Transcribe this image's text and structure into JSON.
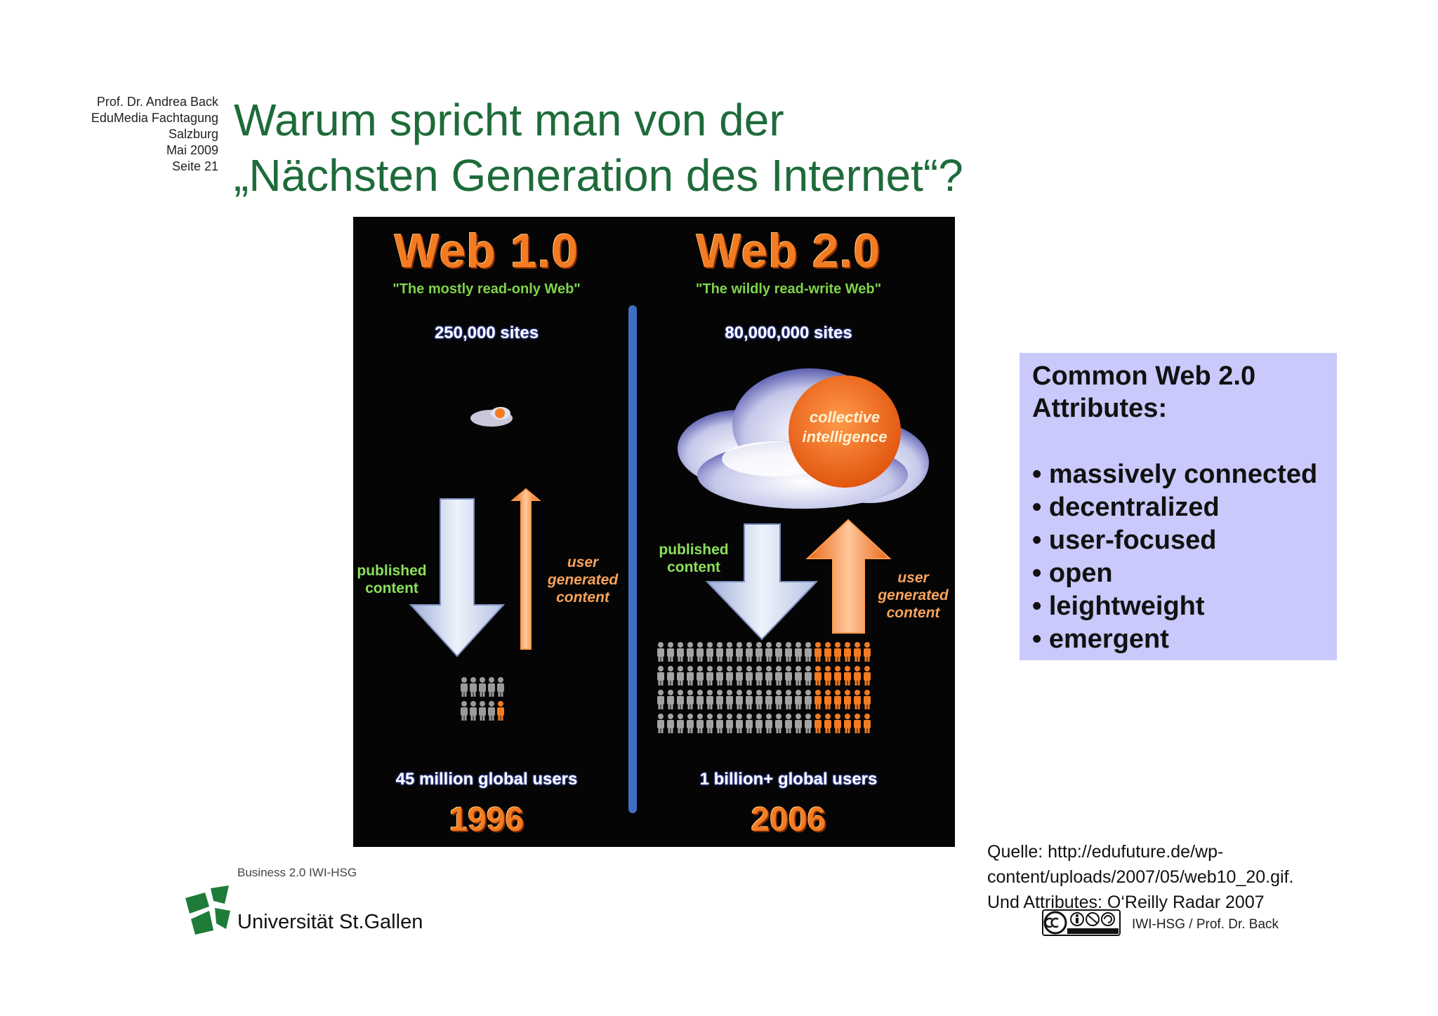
{
  "meta": {
    "lines": [
      "Prof. Dr. Andrea Back",
      "EduMedia Fachtagung",
      "Salzburg",
      "Mai 2009",
      "Seite 21"
    ]
  },
  "title": {
    "line1": "Warum spricht man von der",
    "line2": "„Nächsten Generation des Internet“?"
  },
  "graphic": {
    "web1": {
      "heading": "Web 1.0",
      "tagline": "\"The mostly read-only Web\"",
      "sites": "250,000 sites",
      "published": "published\ncontent",
      "user_generated": "user\ngenerated\ncontent",
      "users": "45 million global users",
      "year": "1996"
    },
    "web2": {
      "heading": "Web 2.0",
      "tagline": "\"The wildly read-write Web\"",
      "sites": "80,000,000 sites",
      "collective": "collective\nintelligence",
      "published": "published\ncontent",
      "user_generated": "user\ngenerated\ncontent",
      "users": "1 billion+ global users",
      "year": "2006"
    },
    "colors": {
      "background": "#050505",
      "orange": "#f37b22",
      "green": "#7fd34a",
      "divider": "#3f6fc2"
    }
  },
  "attributes": {
    "heading_line1": "Common Web 2.0",
    "heading_line2": "Attributes:",
    "items": [
      "• massively connected",
      "• decentralized",
      "• user-focused",
      "• open",
      "• leightweight",
      "• emergent"
    ],
    "background": "#c9c9fb"
  },
  "source": {
    "line1": "Quelle: http://edufuture.de/wp-",
    "line2": "content/uploads/2007/05/web10_20.gif.",
    "line3": "Und Attributes: O‘Reilly Radar 2007"
  },
  "license_icon": "creative-commons-by-nc-sa",
  "footer": {
    "right": "IWI-HSG / Prof. Dr. Back",
    "business": "Business 2.0 IWI-HSG",
    "university": "Universität St.Gallen"
  }
}
